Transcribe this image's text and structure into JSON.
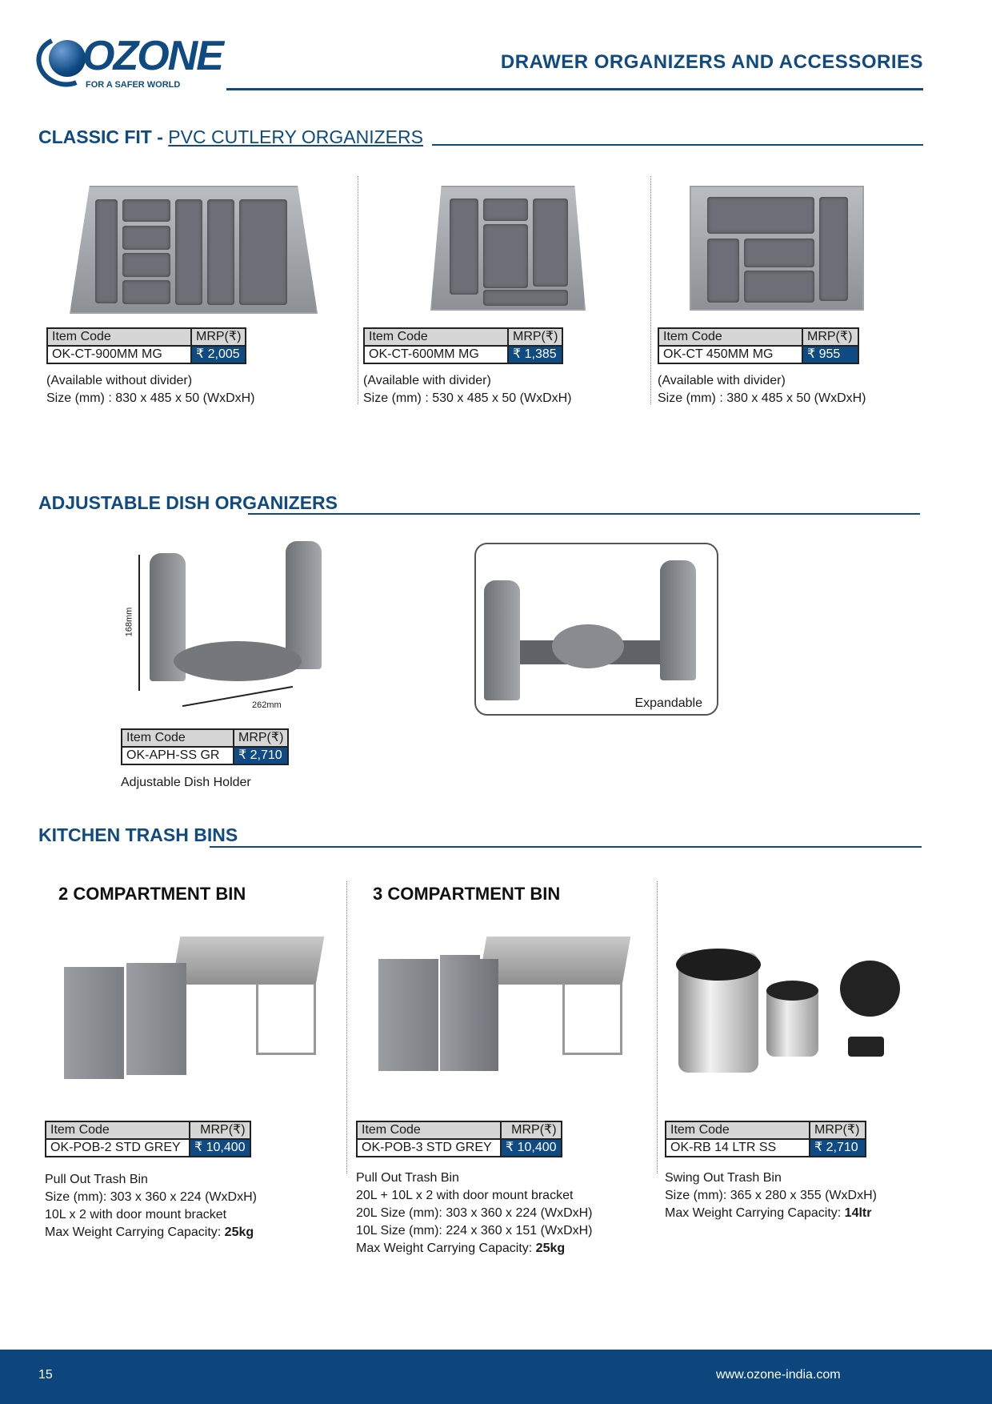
{
  "header": {
    "logo_text": "OZONE",
    "logo_tagline": "FOR A SAFER WORLD",
    "title": "DRAWER ORGANIZERS AND ACCESSORIES"
  },
  "sections": {
    "cutlery": {
      "title_bold": "CLASSIC FIT",
      "title_sep": " - ",
      "title_rest": "PVC CUTLERY ORGANIZERS",
      "products": [
        {
          "code_label": "Item Code",
          "mrp_label": "MRP(₹)",
          "code": "OK-CT-900MM MG",
          "price": "₹ 2,005",
          "note": "(Available without divider)",
          "size": "Size (mm) : 830 x 485 x 50 (WxDxH)"
        },
        {
          "code_label": "Item Code",
          "mrp_label": "MRP(₹)",
          "code": "OK-CT-600MM MG",
          "price": "₹ 1,385",
          "note": "(Available with divider)",
          "size": "Size (mm) : 530 x 485 x 50 (WxDxH)"
        },
        {
          "code_label": "Item Code",
          "mrp_label": "MRP(₹)",
          "code": "OK-CT 450MM MG",
          "price": "₹ 955",
          "note": "(Available with divider)",
          "size": "Size (mm) : 380 x 485 x 50 (WxDxH)"
        }
      ]
    },
    "dish": {
      "title": "ADJUSTABLE DISH ORGANIZERS",
      "dim_height": "168mm",
      "dim_width": "262mm",
      "expandable_label": "Expandable",
      "product": {
        "code_label": "Item Code",
        "mrp_label": "MRP(₹)",
        "code": "OK-APH-SS GR",
        "price": "₹ 2,710",
        "desc": "Adjustable Dish Holder"
      }
    },
    "trash": {
      "title": "KITCHEN TRASH BINS",
      "products": [
        {
          "subtitle": "2 COMPARTMENT BIN",
          "code_label": "Item Code",
          "mrp_label": "MRP(₹)",
          "code": "OK-POB-2 STD GREY",
          "price": "₹ 10,400",
          "lines": [
            "Pull Out Trash Bin",
            "Size (mm): 303 x 360 x 224 (WxDxH)",
            "10L x 2 with door mount bracket"
          ],
          "cap_label": "Max Weight Carrying Capacity: ",
          "cap_value": "25kg"
        },
        {
          "subtitle": "3 COMPARTMENT BIN",
          "code_label": "Item Code",
          "mrp_label": "MRP(₹)",
          "code": "OK-POB-3 STD GREY",
          "price": "₹ 10,400",
          "lines": [
            "Pull Out Trash Bin",
            "20L + 10L x 2 with door mount bracket",
            "20L Size (mm): 303 x 360 x 224 (WxDxH)",
            "10L Size  (mm): 224 x 360 x 151 (WxDxH)"
          ],
          "cap_label": "Max Weight Carrying Capacity: ",
          "cap_value": "25kg"
        },
        {
          "subtitle": "",
          "code_label": "Item Code",
          "mrp_label": "MRP(₹)",
          "code": "OK-RB 14 LTR SS",
          "price": "₹ 2,710",
          "lines": [
            "Swing Out Trash Bin",
            "Size (mm): 365 x 280 x 355 (WxDxH)"
          ],
          "cap_label": "Max Weight Carrying Capacity: ",
          "cap_value": "14ltr"
        }
      ]
    }
  },
  "footer": {
    "page": "15",
    "url": "www.ozone-india.com"
  }
}
